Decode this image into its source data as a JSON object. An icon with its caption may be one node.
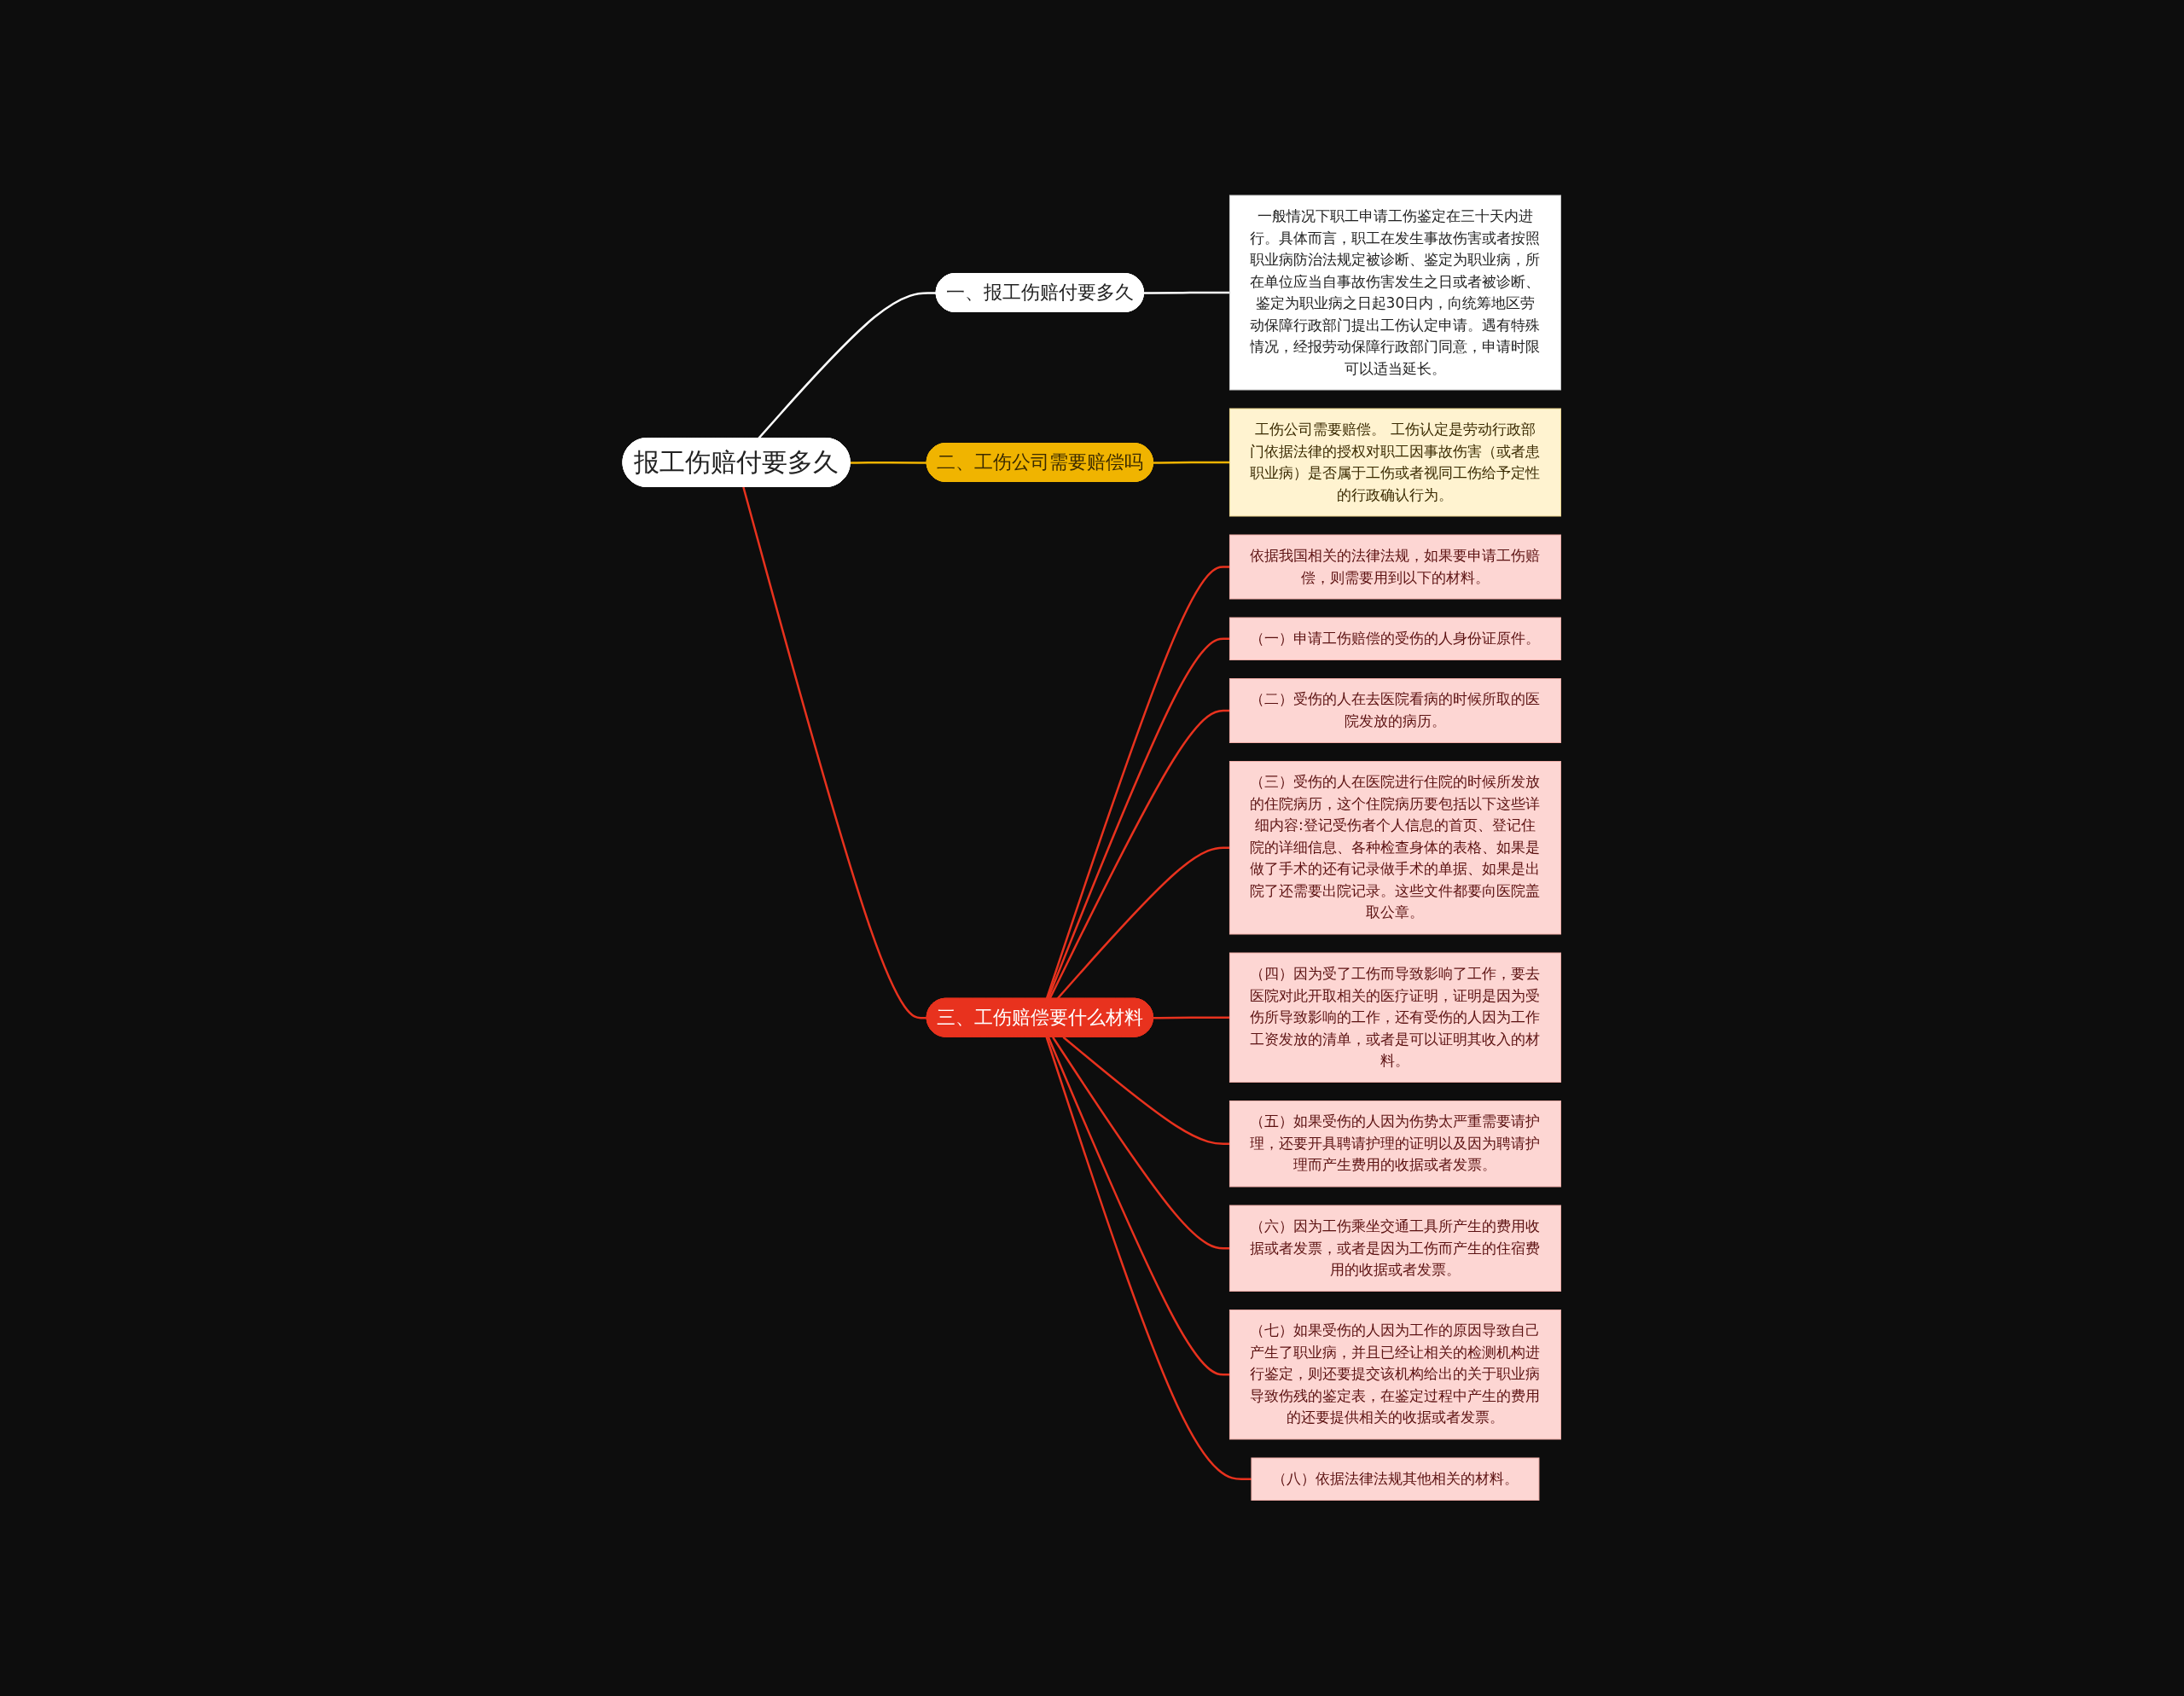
{
  "diagram": {
    "nodes": [
      {
        "text": [
          "报工伤赔付要多久"
        ]
      },
      {
        "text": [
          "一、报工伤赔付要多久"
        ]
      },
      {
        "text": [
          "一般情况下职工申请工伤鉴定在三十天内进行。具体而言，职工在发生事故伤害或者按照职业病防治法规定被诊断、鉴定为职业病，所在单位应当自事故伤害发生之日或者被诊断、鉴定为职业病之日起30日内，向统筹地区劳动保障行政部门提出工伤认定申请。遇有特殊情况，经报劳动保障行政部门同意，申请时限可以适当延长。"
        ]
      },
      {
        "text": [
          "二、工伤公司需要赔偿吗"
        ]
      },
      {
        "text": [
          "工伤公司需要赔偿。 工伤认定是劳动行政部门依据法律的授权对职工因事故伤害（或者患职业病）是否属于工伤或者视同工伤给予定性的行政确认行为。"
        ]
      },
      {
        "text": [
          "三、工伤赔偿要什么材料"
        ]
      },
      {
        "text": [
          "依据我国相关的法律法规，如果要申请工伤赔偿，则需要用到以下的材料。"
        ]
      },
      {
        "text": [
          "（一）申请工伤赔偿的受伤的人身份证原件。"
        ]
      },
      {
        "text": [
          "（二）受伤的人在去医院看病的时候所取的医院发放的病历。"
        ]
      },
      {
        "text": [
          "（三）受伤的人在医院进行住院的时候所发放的住院病历，这个住院病历要包括以下这些详细内容:登记受伤者个人信息的首页、登记住院的详细信息、各种检查身体的表格、如果是做了手术的还有记录做手术的单据、如果是出院了还需要出院记录。这些文件都要向医院盖取公章。"
        ]
      },
      {
        "text": [
          "（四）因为受了工伤而导致影响了工作，要去医院对此开取相关的医疗证明，证明是因为受伤所导致影响的工作，还有受伤的人因为工作工资发放的清单，或者是可以证明其收入的材料。"
        ]
      },
      {
        "text": [
          "（五）如果受伤的人因为伤势太严重需要请护理，还要开具聘请护理的证明以及因为聘请护理而产生费用的收据或者发票。"
        ]
      },
      {
        "text": [
          "（六）因为工伤乘坐交通工具所产生的费用收据或者发票，或者是因为工伤而产生的住宿费用的收据或者发票。"
        ]
      },
      {
        "text": [
          "（七）如果受伤的人因为工作的原因导致自己产生了职业病，并且已经让相关的检测机构进行鉴定，则还要提交该机构给出的关于职业病导致伤残的鉴定表，在鉴定过程中产生的费用的还要提供相关的收据或者发票。"
        ]
      },
      {
        "text": [
          "（八）依据法律法规其他相关的材料。"
        ]
      }
    ],
    "edges": [
      {
        "from": 0,
        "to": 1,
        "arrow": "none",
        "color": "#ffffff"
      },
      {
        "from": 1,
        "to": 2,
        "arrow": "none",
        "color": "#ffffff"
      },
      {
        "from": 0,
        "to": 3,
        "arrow": "none",
        "color": "#f0b400"
      },
      {
        "from": 3,
        "to": 4,
        "arrow": "none",
        "color": "#f0b400"
      },
      {
        "from": 0,
        "to": 5,
        "arrow": "none"
      },
      {
        "from": 5,
        "to": 6,
        "arrow": "none"
      },
      {
        "from": 5,
        "to": 7,
        "arrow": "none"
      },
      {
        "from": 5,
        "to": 8,
        "arrow": "none"
      },
      {
        "from": 5,
        "to": 9,
        "arrow": "none"
      },
      {
        "from": 5,
        "to": 10,
        "arrow": "none"
      },
      {
        "from": 5,
        "to": 11,
        "arrow": "none"
      },
      {
        "from": 5,
        "to": 12,
        "arrow": "none"
      },
      {
        "from": 5,
        "to": 13,
        "arrow": "none"
      },
      {
        "from": 5,
        "to": 14,
        "arrow": "none"
      }
    ]
  }
}
